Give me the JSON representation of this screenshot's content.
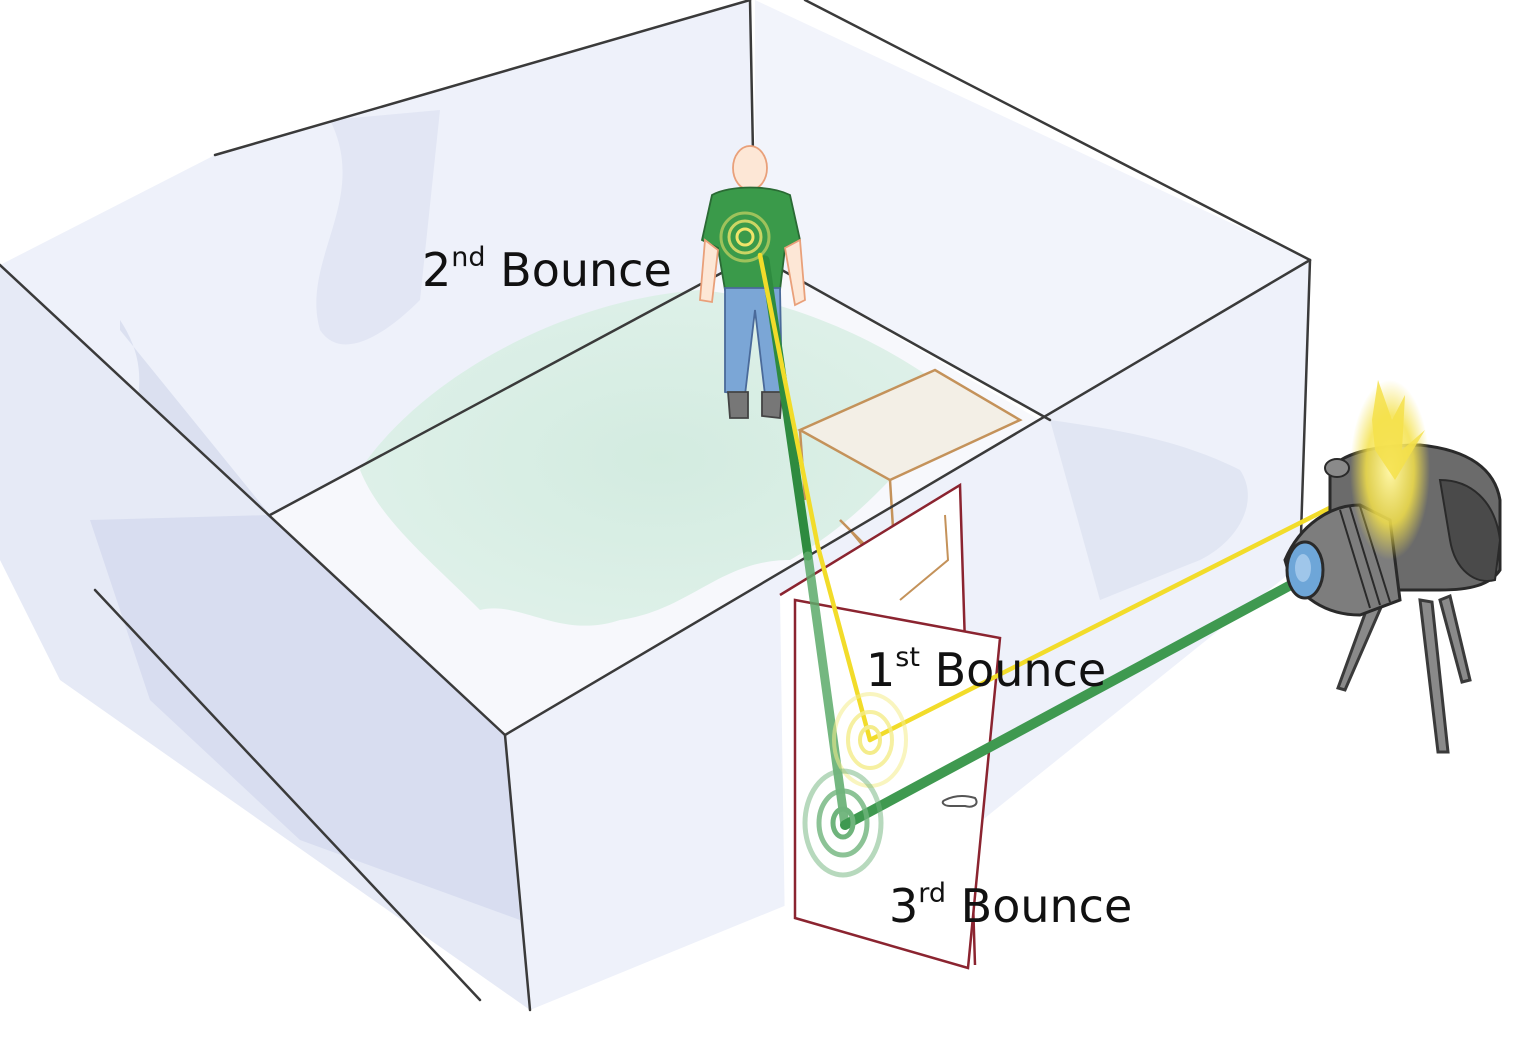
{
  "labels": {
    "second": {
      "num": "2",
      "sup": "nd",
      "text": "Bounce"
    },
    "first": {
      "num": "1",
      "sup": "st",
      "text": "Bounce"
    },
    "third": {
      "num": "3",
      "sup": "rd",
      "text": "Bounce"
    }
  },
  "colors": {
    "room_outline": "#3a3a3a",
    "wall_fill": "#eef1fa",
    "wall_shadow": "#d6dcee",
    "floor_glow": "#d9efe6",
    "yellow_beam": "#f2dc2a",
    "green_beam": "#2e8b3f",
    "door_frame": "#8b2430",
    "desk_outline": "#c4925a",
    "person_shirt": "#3a9a4a",
    "person_pants": "#7ba6d6",
    "camera_body": "#6b6b6b",
    "camera_flash": "#f4e14a"
  },
  "icons": [
    "person-figure",
    "camera-icon",
    "door",
    "desk",
    "bounce-rings"
  ]
}
